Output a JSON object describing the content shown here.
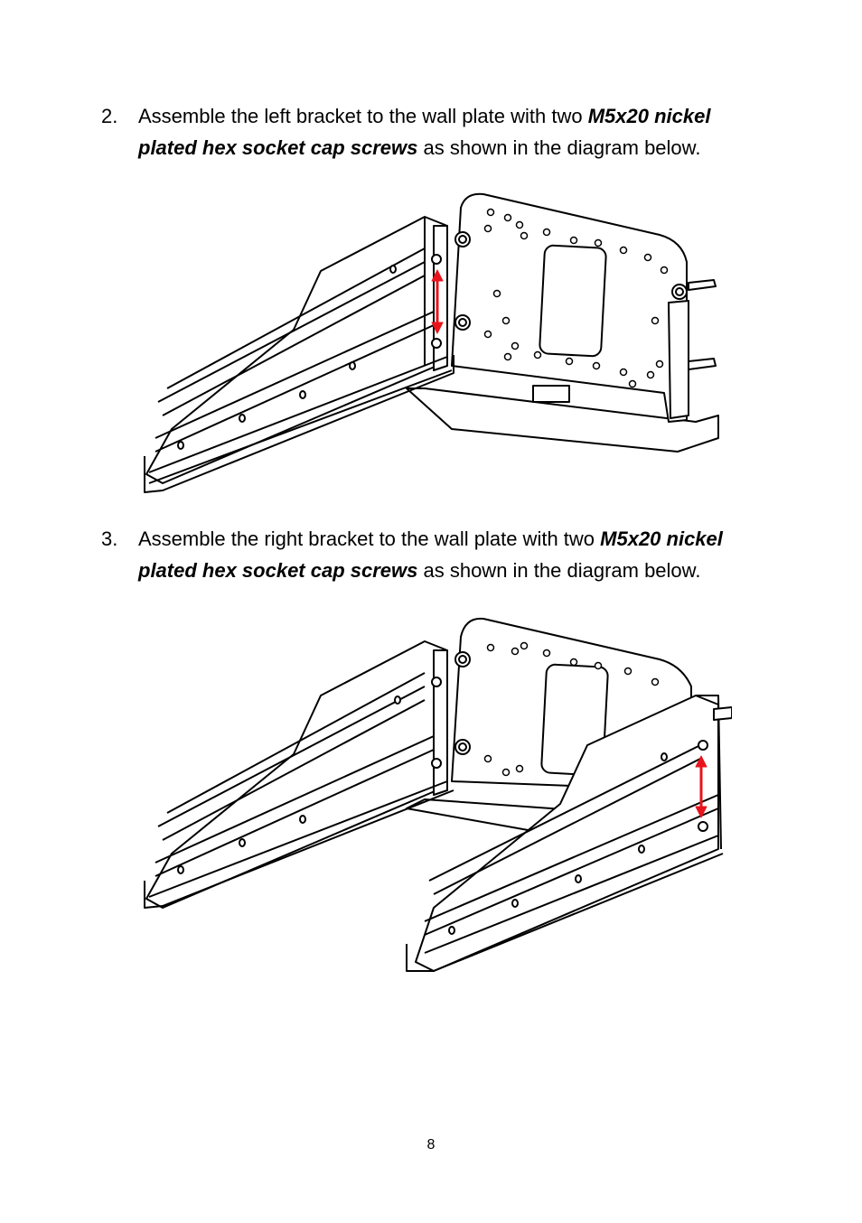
{
  "steps": [
    {
      "number": "2.",
      "text_before": "Assemble the left bracket to the wall plate with two ",
      "bold": "M5x20 nickel plated hex socket cap screws",
      "text_after": " as shown in the diagram below."
    },
    {
      "number": "3.",
      "text_before": "Assemble the right bracket to the wall plate with two ",
      "bold": "M5x20 nickel plated hex socket cap screws",
      "text_after": " as shown in the diagram below."
    }
  ],
  "page_number": "8",
  "colors": {
    "arrow": "#e8141c",
    "line": "#000000"
  }
}
